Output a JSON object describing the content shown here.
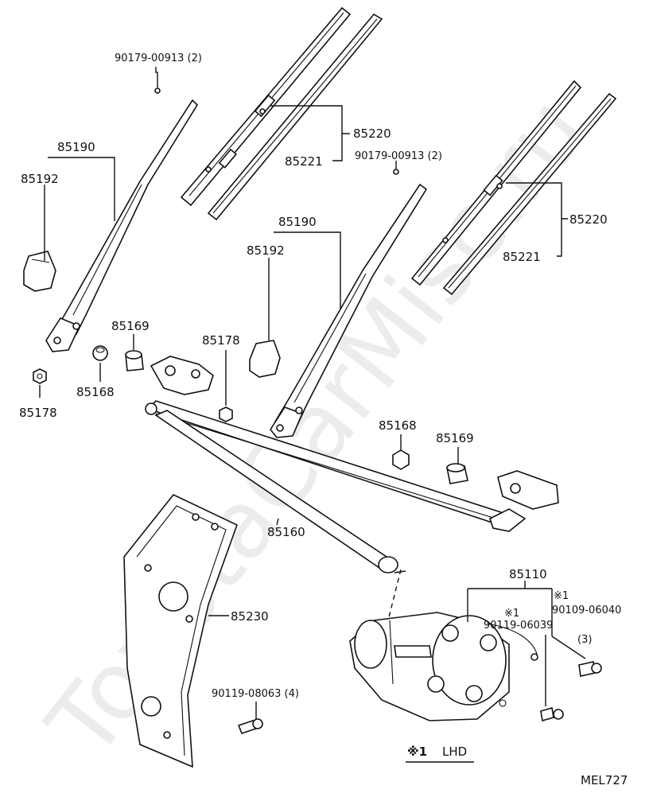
{
  "watermark": "ToyotaCarMisc.ru",
  "diagram_code": "MEL727",
  "legend": {
    "mark": "※1",
    "text": "LHD"
  },
  "labels": {
    "bolt_top_left": "90179-00913 (2)",
    "bolt_top_right": "90179-00913 (2)",
    "blade_left": "85220",
    "refill_left": "85221",
    "blade_right": "85220",
    "refill_right": "85221",
    "arm_left": "85190",
    "cover_left": "85192",
    "arm_right": "85190",
    "cover_right": "85192",
    "nut_left": "85178",
    "washer_left": "85168",
    "bushing_left": "85169",
    "nut_center": "85178",
    "washer_right": "85168",
    "bushing_right": "85169",
    "link": "85160",
    "bracket": "85230",
    "bracket_bolt": "90119-08063 (4)",
    "motor": "85110",
    "motor_note_a": "※1",
    "motor_bolt_a": "90109-06040",
    "motor_bolt_a_qty": "(3)",
    "motor_note_b": "※1",
    "motor_bolt_b": "90119-06039"
  }
}
